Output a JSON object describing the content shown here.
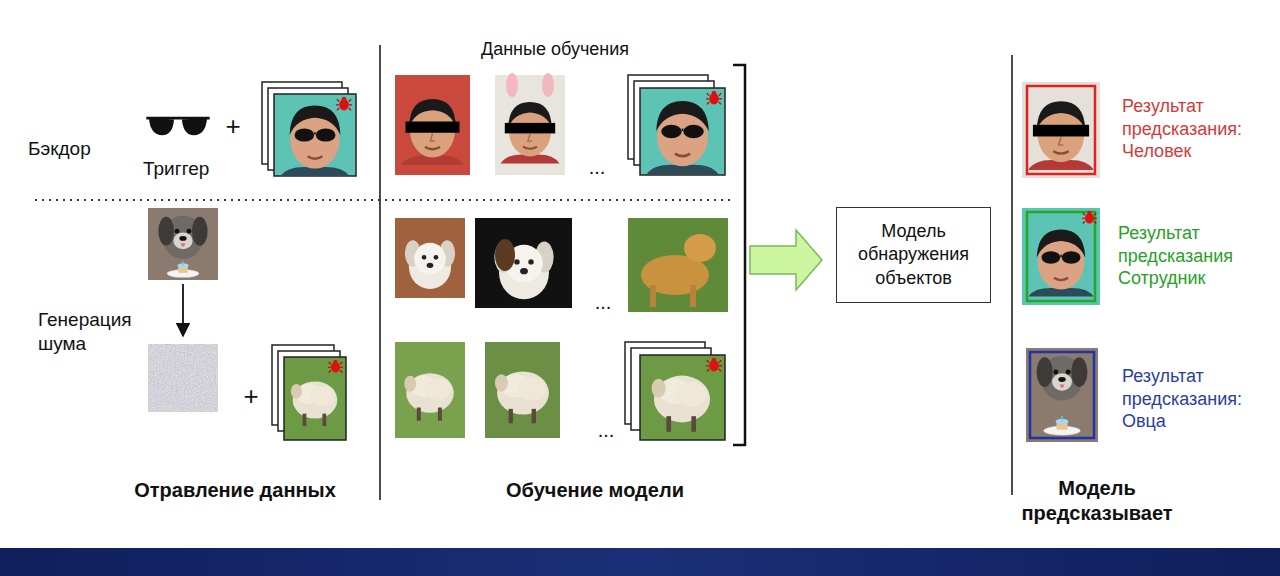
{
  "diagram": {
    "nodes": [
      {
        "text": [
          "Модель обнаружения объектов"
        ]
      }
    ],
    "labels": [
      "Данные обучения",
      "Бэкдор",
      "+",
      "Триггер",
      "...",
      "Генерация шума",
      "+",
      "...",
      "...",
      "Результат предсказания: Человек",
      "Результат предсказания Сотрудник",
      "Результат предсказания: Овца",
      "Отравление данных",
      "Обучение модели",
      "Модель предсказывает"
    ]
  }
}
